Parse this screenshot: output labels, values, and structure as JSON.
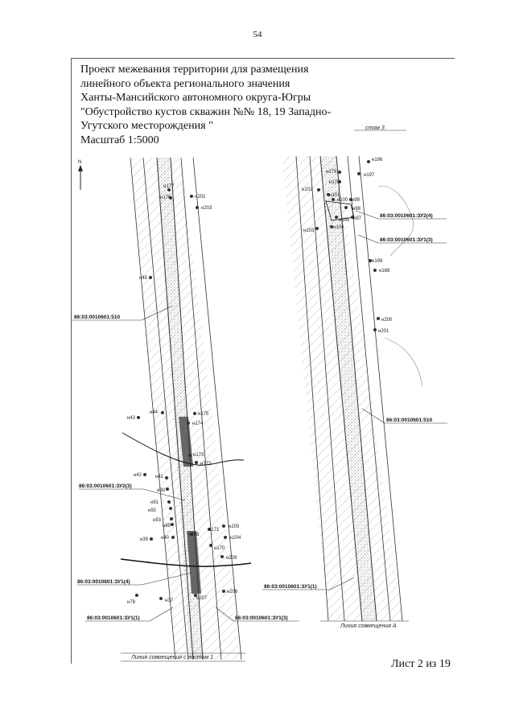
{
  "page_number": "54",
  "title_lines": [
    "Проект межевания территории для размещения",
    "линейного объекта регионального значения",
    "Ханты-Мансийского автономного округа-Югры",
    "\"Обустройство кустов скважин №№ 18, 19 Западно-",
    "Угутского месторождения \"",
    "Масштаб 1:5000"
  ],
  "north_label": "N",
  "left_map": {
    "points": [
      "н177",
      "н176",
      "н202",
      "н203",
      "н45",
      "н43",
      "н44",
      "н175",
      "н174",
      "н173",
      "н172",
      "н42",
      "н41",
      "н90",
      "н91",
      "н92",
      "н93",
      "н89",
      "н39",
      "н40",
      "н208",
      "н171",
      "н205",
      "н204",
      "н170",
      "н209",
      "н78",
      "н37",
      "н207",
      "н206"
    ],
    "parcels": [
      "86:03:0010601:510",
      "86:03:0010601:ЗУ2(3)",
      "86:03:0010601:ЗУ1(4)",
      "86:03:0010601:ЗУ1(1)",
      "86:03:0010601:ЗУ1(3)"
    ],
    "caption": "Линия совмещения с листом 1"
  },
  "right_map": {
    "header": "стом 3",
    "points": [
      "н196",
      "н197",
      "н179",
      "н178",
      "н102",
      "н101",
      "н99",
      "н100",
      "н98",
      "н105",
      "н97",
      "н103",
      "н104",
      "н199",
      "н168",
      "н200",
      "н201"
    ],
    "parcels": [
      "86:03:0010601:ЗУ2(4)",
      "86:03:0010601:ЗУ1(3)",
      "86:03:0010601:510",
      "86:03:0010601:ЗУ1(1)"
    ],
    "caption": "Линия совмещения А"
  },
  "sheet_footer": "Лист 2 из 19"
}
